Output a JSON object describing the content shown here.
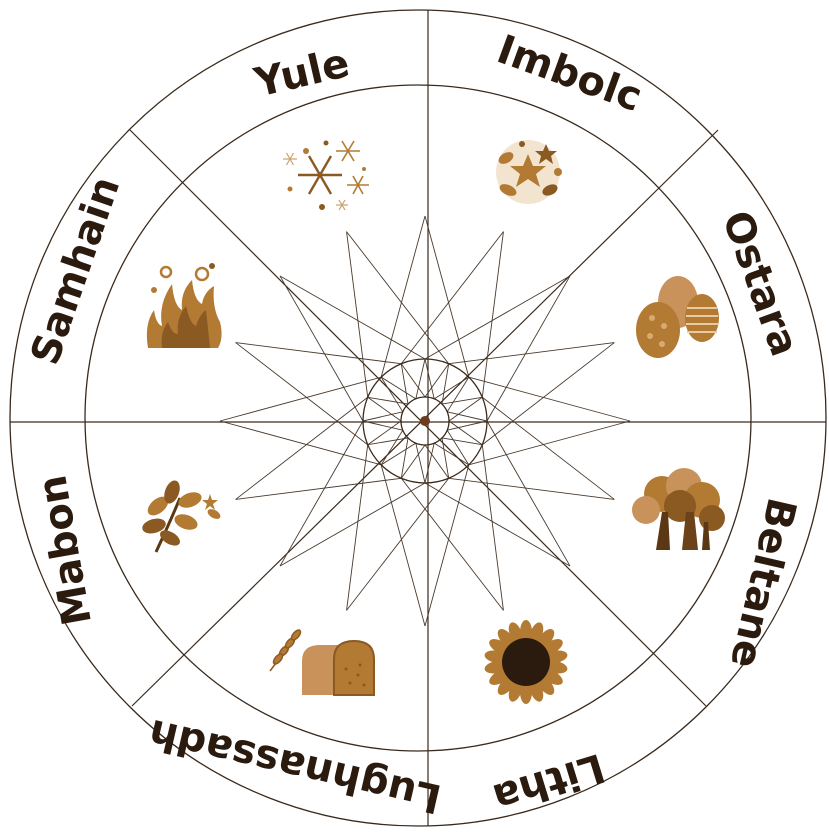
{
  "wheel": {
    "labels": {
      "yule": "Yule",
      "imbolc": "Imbolc",
      "ostara": "Ostara",
      "beltane": "Beltane",
      "litha": "Litha",
      "lughnassadh": "Lughnassadh",
      "mabon": "Mabon",
      "samhain": "Samhain"
    },
    "colors": {
      "ink": "#2b1a0e",
      "accent": "#b27a33",
      "accent_dark": "#8a5a22"
    },
    "icons": {
      "yule": "snowflakes-icon",
      "imbolc": "flowers-icon",
      "ostara": "eggs-icon",
      "beltane": "trees-icon",
      "litha": "sunflower-icon",
      "lughnassadh": "bread-wheat-icon",
      "mabon": "autumn-leaves-icon",
      "samhain": "bonfire-icon"
    }
  }
}
